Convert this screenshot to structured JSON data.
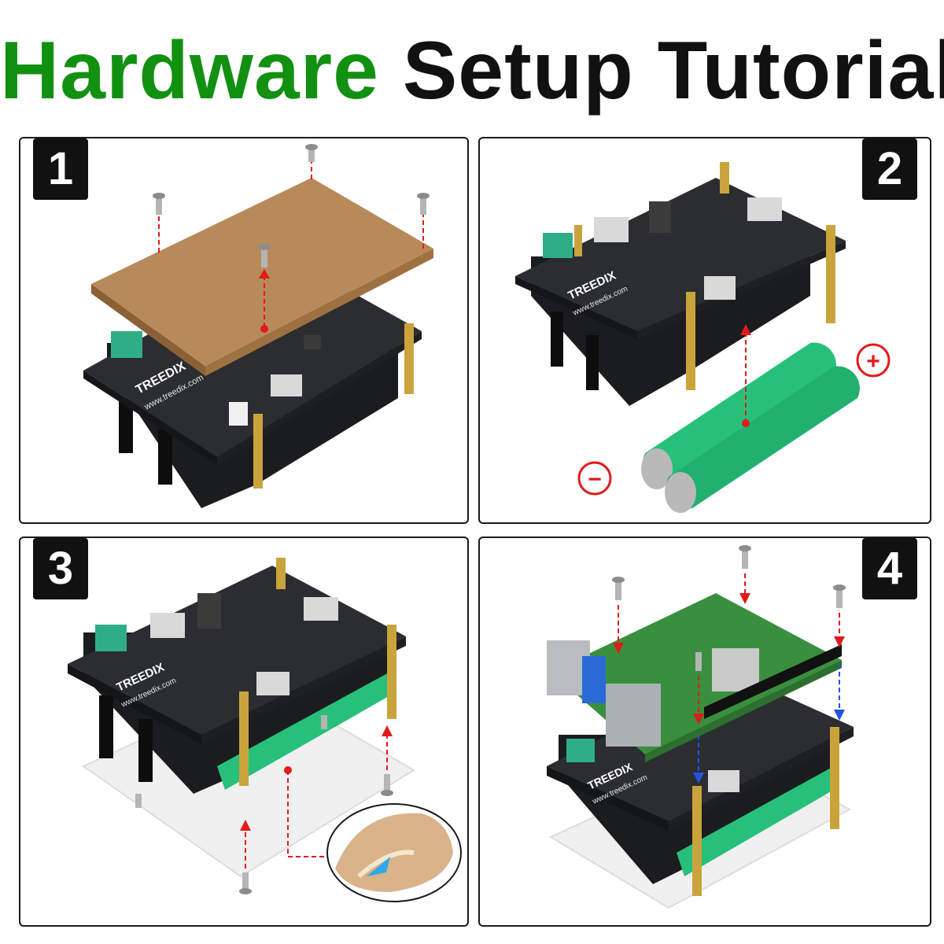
{
  "title": {
    "word1": "Hardware",
    "word2": "Setup Tutorial",
    "accent_color": "#129012"
  },
  "steps": [
    {
      "number": "1",
      "illustration": "mount-top-acrylic-plate"
    },
    {
      "number": "2",
      "illustration": "insert-18650-batteries",
      "polarity_plus": "+",
      "polarity_minus": "−"
    },
    {
      "number": "3",
      "illustration": "mount-bottom-acrylic-base"
    },
    {
      "number": "4",
      "illustration": "stack-raspberry-pi"
    }
  ],
  "board": {
    "brand": "TREEDIX",
    "website": "www.treedix.com"
  },
  "colors": {
    "pcb": "#2b2d30",
    "battery": "#27c07a",
    "acrylic_brown": "#b88a5a",
    "arrow_red": "#e01b1b",
    "arrow_blue": "#2452e0",
    "rpi_green": "#3a8f3e",
    "standoff": "#c9a43c"
  }
}
